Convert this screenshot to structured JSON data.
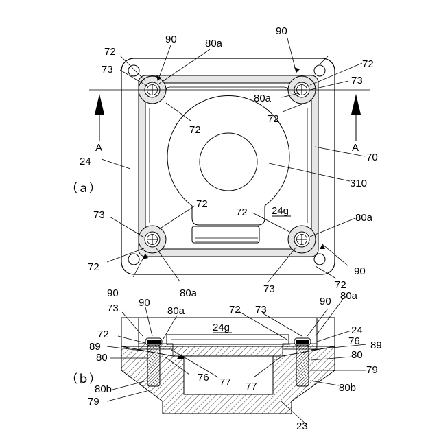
{
  "figure": {
    "panel_a_label": "（ａ）",
    "panel_b_label": "（ｂ）",
    "section_marker": "A",
    "labels": {
      "l90": "90",
      "l80a": "80a",
      "l72": "72",
      "l73": "73",
      "l70": "70",
      "l24": "24",
      "l310": "310",
      "l24g": "24g",
      "l89": "89",
      "l80": "80",
      "l80b": "80b",
      "l79": "79",
      "l76": "76",
      "l77": "77",
      "l23": "23"
    }
  }
}
